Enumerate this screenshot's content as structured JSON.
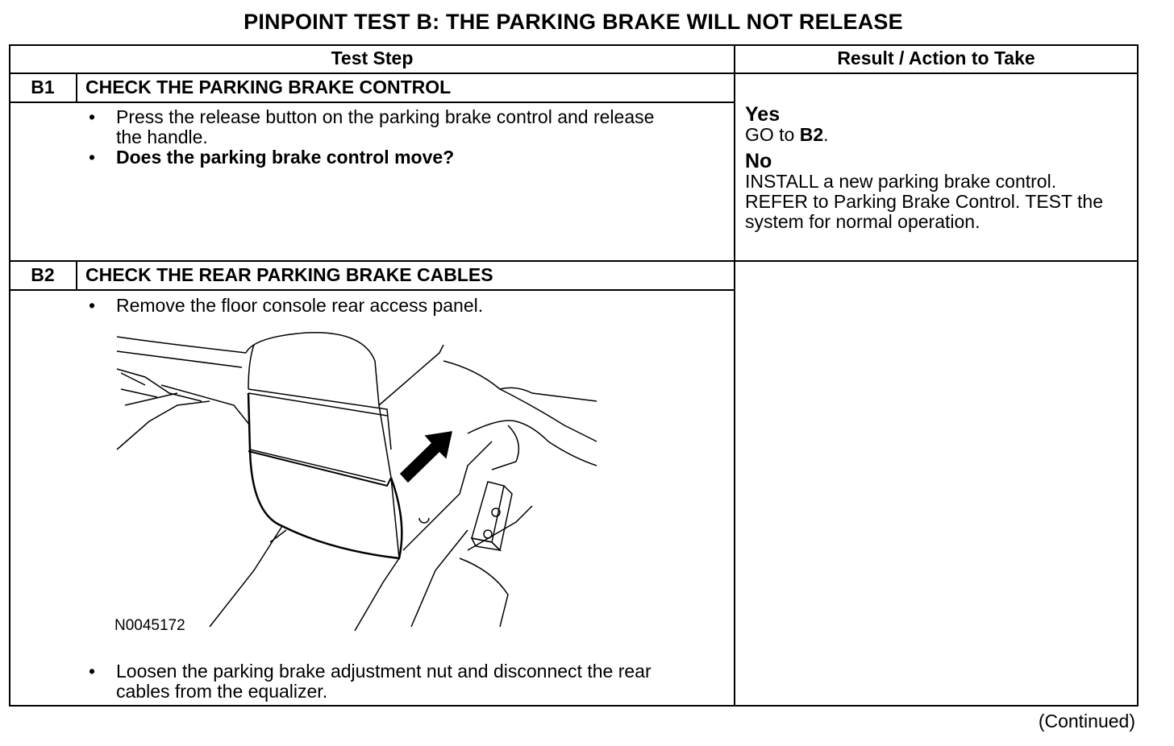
{
  "title": "PINPOINT TEST  B: THE PARKING BRAKE WILL NOT RELEASE",
  "headers": {
    "test_step": "Test Step",
    "result": "Result / Action to Take"
  },
  "steps": [
    {
      "id": "B1",
      "title": "CHECK THE PARKING BRAKE CONTROL",
      "bullets": [
        "Press the release button on the parking brake control and release the handle.",
        "Does the parking brake control move?"
      ],
      "results": {
        "yes_label": "Yes",
        "yes_text_prefix": "GO to ",
        "yes_target": "B2",
        "yes_text_suffix": ".",
        "no_label": "No",
        "no_text": "INSTALL a new parking brake control. REFER to Parking Brake Control. TEST the system for normal operation."
      }
    },
    {
      "id": "B2",
      "title": "CHECK THE REAR PARKING BRAKE CABLES",
      "bullets": [
        "Remove the floor console rear access panel.",
        "Loosen the parking brake adjustment nut and disconnect the rear cables from the equalizer."
      ],
      "figure_id": "N0045172"
    }
  ],
  "bullet_glyph": "•",
  "footer": "(Continued)"
}
